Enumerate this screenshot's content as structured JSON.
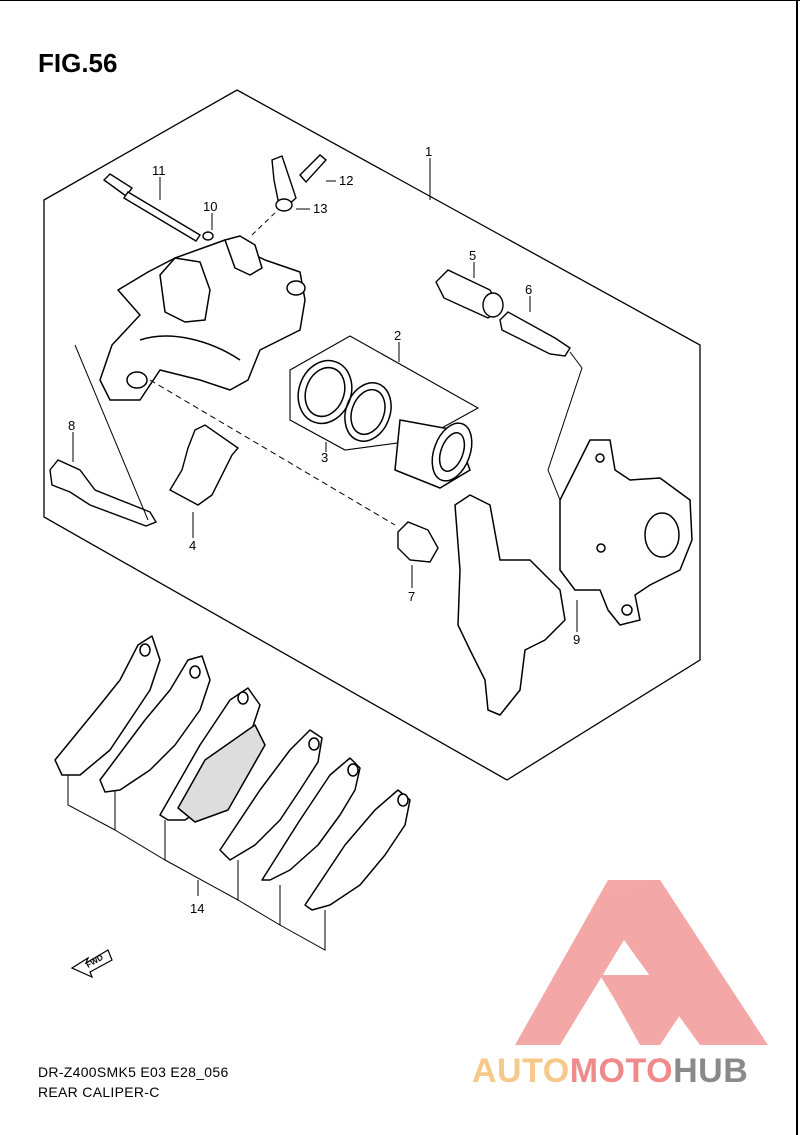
{
  "figure": {
    "title": "FIG.56",
    "model_code": "DR-Z400SMK5 E03 E28_056",
    "section": "REAR CALIPER-C"
  },
  "callouts": [
    {
      "id": "c1",
      "label": "1"
    },
    {
      "id": "c2",
      "label": "2"
    },
    {
      "id": "c3",
      "label": "3"
    },
    {
      "id": "c4",
      "label": "4"
    },
    {
      "id": "c5",
      "label": "5"
    },
    {
      "id": "c6",
      "label": "6"
    },
    {
      "id": "c7",
      "label": "7"
    },
    {
      "id": "c8",
      "label": "8"
    },
    {
      "id": "c9",
      "label": "9"
    },
    {
      "id": "c10",
      "label": "10"
    },
    {
      "id": "c11",
      "label": "11"
    },
    {
      "id": "c12",
      "label": "12"
    },
    {
      "id": "c13",
      "label": "13"
    },
    {
      "id": "c14",
      "label": "14"
    }
  ],
  "fwd_arrow": {
    "label": "FWD",
    "icon": "fwd-arrow-icon"
  },
  "watermark": {
    "part1": "AUTO",
    "part2": "MOTO",
    "part3": "HUB",
    "colors": {
      "auto": "#f6c98a",
      "moto": "#f08a8a",
      "hub": "#8a8a8a",
      "logo": "#f4a3a3"
    }
  }
}
